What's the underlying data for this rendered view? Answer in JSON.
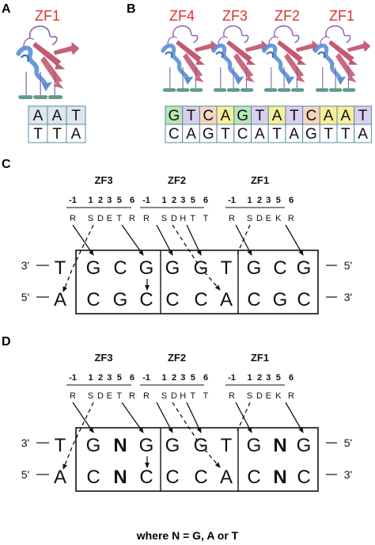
{
  "panels": {
    "a": {
      "letter": "A",
      "finger": "ZF1",
      "top_strand": [
        "A",
        "A",
        "T"
      ],
      "bottom_strand": [
        "T",
        "T",
        "A"
      ]
    },
    "b": {
      "letter": "B",
      "fingers": [
        "ZF4",
        "ZF3",
        "ZF2",
        "ZF1"
      ],
      "top_strand": [
        "G",
        "T",
        "C",
        "A",
        "G",
        "T",
        "A",
        "T",
        "C",
        "A",
        "A",
        "T"
      ],
      "bottom_strand": [
        "C",
        "A",
        "G",
        "T",
        "C",
        "A",
        "T",
        "A",
        "G",
        "T",
        "T",
        "A"
      ]
    },
    "c": {
      "letter": "C",
      "fingers": [
        {
          "name": "ZF3",
          "positions": [
            "-1",
            "1",
            "2",
            "3",
            "5",
            "6"
          ],
          "residues": [
            "R",
            "S",
            "D",
            "E",
            "T",
            "R"
          ]
        },
        {
          "name": "ZF2",
          "positions": [
            "-1",
            "1",
            "2",
            "3",
            "5",
            "6"
          ],
          "residues": [
            "R",
            "S",
            "D",
            "H",
            "T",
            "T"
          ]
        },
        {
          "name": "ZF1",
          "positions": [
            "-1",
            "1",
            "2",
            "3",
            "5",
            "6"
          ],
          "residues": [
            "R",
            "S",
            "D",
            "E",
            "K",
            "R"
          ]
        }
      ],
      "top_label_left": "3'",
      "top_label_right": "5'",
      "bottom_label_left": "5'",
      "bottom_label_right": "3'",
      "top_flank": "T",
      "bottom_flank": "A",
      "triplets_top": [
        [
          "G",
          "C",
          "G"
        ],
        [
          "G",
          "G",
          "T"
        ],
        [
          "G",
          "C",
          "G"
        ]
      ],
      "triplets_bottom": [
        [
          "C",
          "G",
          "C"
        ],
        [
          "C",
          "C",
          "A"
        ],
        [
          "C",
          "G",
          "C"
        ]
      ]
    },
    "d": {
      "letter": "D",
      "fingers": [
        {
          "name": "ZF3",
          "positions": [
            "-1",
            "1",
            "2",
            "3",
            "5",
            "6"
          ],
          "residues": [
            "R",
            "S",
            "D",
            "E",
            "T",
            "R"
          ]
        },
        {
          "name": "ZF2",
          "positions": [
            "-1",
            "1",
            "2",
            "3",
            "5",
            "6"
          ],
          "residues": [
            "R",
            "S",
            "D",
            "H",
            "T",
            "T"
          ]
        },
        {
          "name": "ZF1",
          "positions": [
            "-1",
            "1",
            "2",
            "3",
            "5",
            "6"
          ],
          "residues": [
            "R",
            "S",
            "D",
            "E",
            "K",
            "R"
          ]
        }
      ],
      "top_label_left": "3'",
      "top_label_right": "5'",
      "bottom_label_left": "5'",
      "bottom_label_right": "3'",
      "top_flank": "T",
      "bottom_flank": "A",
      "triplets_top": [
        [
          "G",
          "N",
          "G"
        ],
        [
          "G",
          "G",
          "T"
        ],
        [
          "G",
          "N",
          "G"
        ]
      ],
      "triplets_bottom": [
        [
          "C",
          "N",
          "C"
        ],
        [
          "C",
          "C",
          "A"
        ],
        [
          "C",
          "N",
          "C"
        ]
      ],
      "footnote": "where N = G, A or T"
    }
  },
  "colors": {
    "finger_label": "#d9332b",
    "helix": "#5b8fd6",
    "strand": "#c0506b",
    "loop": "#8a5fb4",
    "stick": "#7a5aa8",
    "pad": "#5d9a8a",
    "grid_line": "#5a8aa0",
    "cell_default": "#dfe6f0",
    "cell_G": "#b9e6b5",
    "cell_A": "#f7f09a",
    "cell_C": "#f6d6bf",
    "cell_T": "#d9cfee"
  }
}
